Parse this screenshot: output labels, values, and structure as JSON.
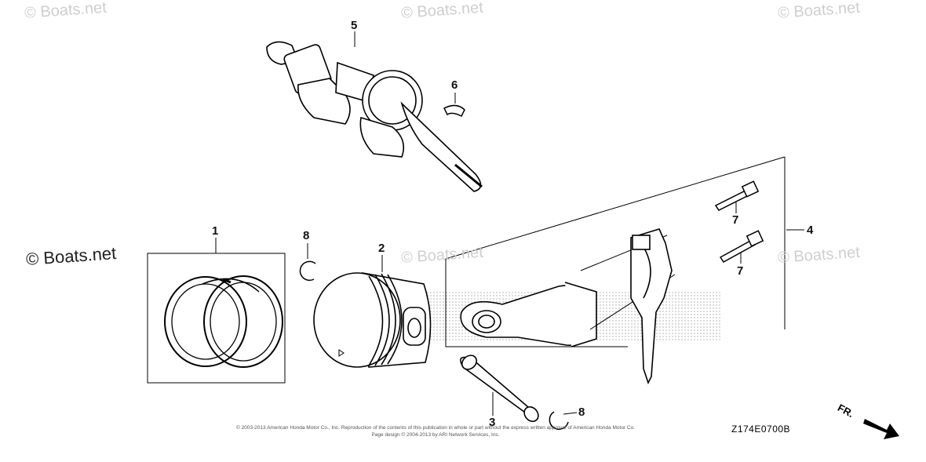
{
  "watermarks": {
    "top_left": "© Boats.net",
    "top_center": "© Boats.net",
    "top_right": "© Boats.net",
    "mid_left": "© Boats.net",
    "mid_center": "© Boats.net",
    "mid_right": "© Boats.net"
  },
  "callouts": {
    "piston_ring_set": "1",
    "piston": "2",
    "piston_pin": "3",
    "connecting_rod": "4",
    "crankshaft": "5",
    "key": "6",
    "rod_bolt_upper": "7",
    "rod_bolt_lower": "7",
    "pin_clip_upper": "8",
    "pin_clip_lower": "8"
  },
  "copyright": {
    "line1": "© 2003-2013 American Honda Motor Co., Inc. Reproduction of the contents of this publication in whole or part without the express written approval of American Honda Motor Co.",
    "line2": "Page design © 2004-2013 by ARI Network Services, Inc."
  },
  "diagram_code": "Z174E0700B",
  "front_indicator": "FR."
}
